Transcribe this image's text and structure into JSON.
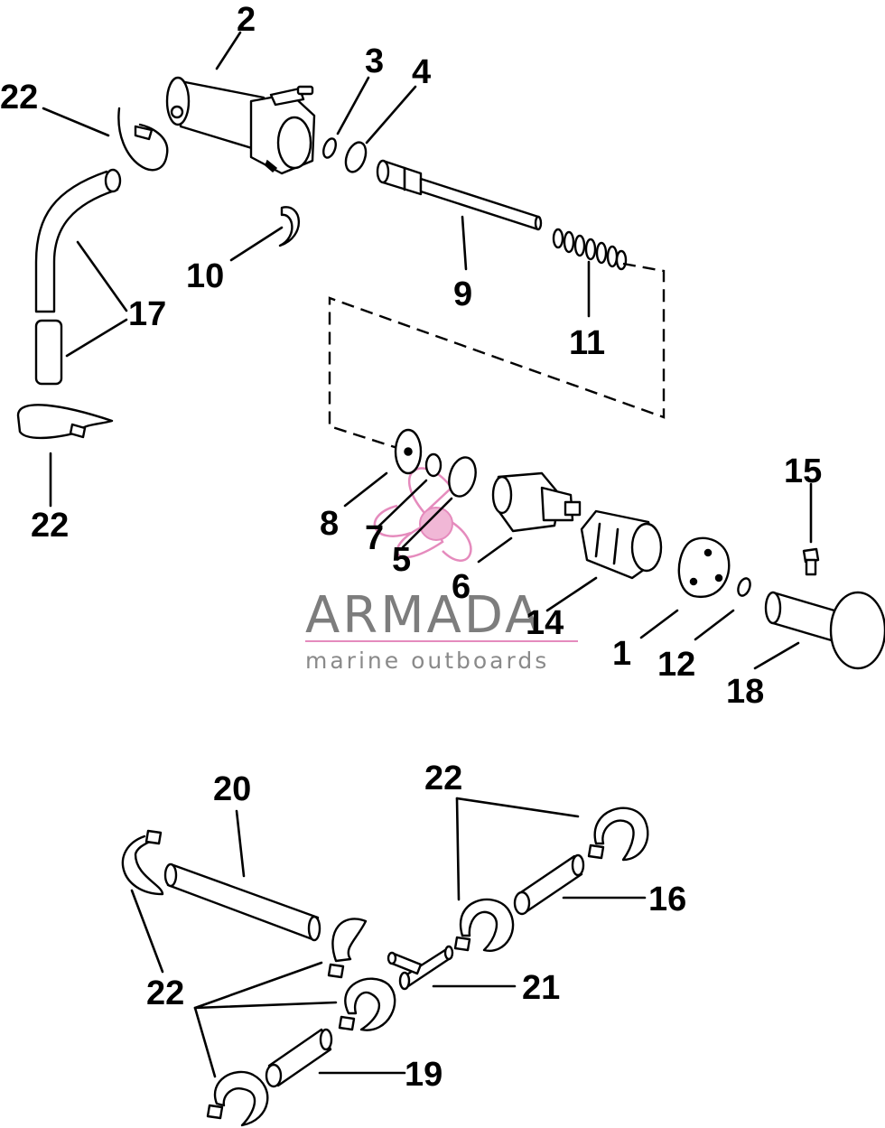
{
  "watermark": {
    "brand": "ARMADA",
    "tagline": "marine outboards",
    "line_color": "#e58bbd",
    "logo": "propeller-icon"
  },
  "callouts": {
    "c1": "1",
    "c2": "2",
    "c3": "3",
    "c4": "4",
    "c5": "5",
    "c6": "6",
    "c7": "7",
    "c8": "8",
    "c9": "9",
    "c10": "10",
    "c11": "11",
    "c12": "12",
    "c14": "14",
    "c15": "15",
    "c16": "16",
    "c17": "17",
    "c18": "18",
    "c19": "19",
    "c20": "20",
    "c21": "21",
    "c22a": "22",
    "c22b": "22",
    "c22c": "22",
    "c22d": "22"
  }
}
